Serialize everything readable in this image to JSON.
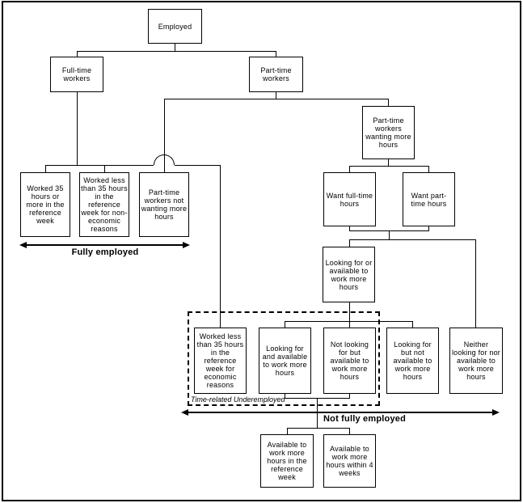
{
  "nodes": {
    "employed": "Employed",
    "full_time_workers": "Full-time workers",
    "part_time_workers": "Part-time workers",
    "part_time_wanting_more": "Part-time workers wanting more hours",
    "worked_35_or_more": "Worked 35 hours or more in the reference week",
    "worked_less_non_economic": "Worked less than 35 hours in the reference week for non-economic reasons",
    "part_time_not_wanting": "Part-time workers not wanting more hours",
    "want_full_time": "Want full-time hours",
    "want_part_time": "Want part-time hours",
    "looking_or_available": "Looking for or available to work more hours",
    "worked_less_economic": "Worked less than 35 hours in the reference week for economic reasons",
    "looking_and_available": "Looking for and available to work more hours",
    "not_looking_but_available": "Not looking for but available to work more hours",
    "looking_but_not_available": "Looking for but not available to work more hours",
    "neither_looking_nor_available": "Neither looking for nor available to work more hours",
    "available_reference_week": "Available to work more hours in the reference week",
    "available_4_weeks": "Available to work more hours within 4 weeks"
  },
  "labels": {
    "fully_employed": "Fully employed",
    "not_fully_employed": "Not fully employed",
    "time_related_underemployed": "Time-related Underemployed"
  },
  "colors": {
    "line": "#000000",
    "background": "#ffffff"
  }
}
